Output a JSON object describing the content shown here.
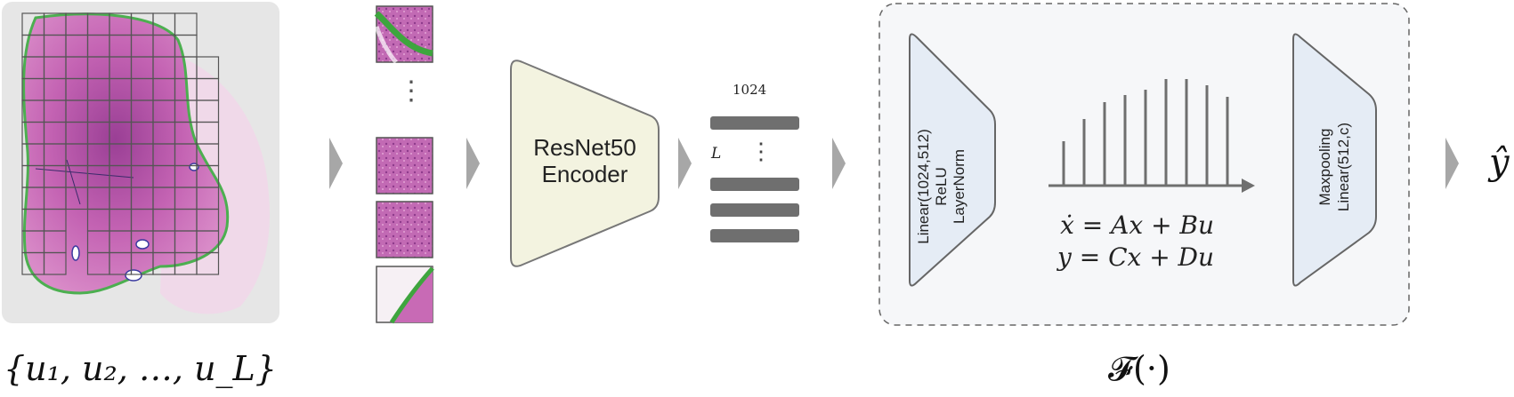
{
  "input_set_label": "{u₁, u₂, …, u_L}",
  "encoder": {
    "line1": "ResNet50",
    "line2": "Encoder"
  },
  "feature_dim": "1024",
  "seq_len_label": "L",
  "left_block": {
    "line1": "Linear(1024,512)",
    "line2": "ReLU",
    "line3": "LayerNorm"
  },
  "right_block": {
    "line1": "Maxpooling",
    "line2": "Linear(512,c)"
  },
  "state_eq": {
    "line1": "ẋ = Ax + Bu",
    "line2": "y = Cx + Du"
  },
  "model_label": "𝓕(·)",
  "output_label": "ŷ",
  "ellipsis": "⋮",
  "colors": {
    "tissue": "#c86ab5",
    "tissue_dark": "#a34b98",
    "annotation": "#4caf50",
    "grid": "#555555",
    "arrow": "#a7a7a7",
    "encoder_fill": "#f3f3e0",
    "block_fill": "#e5ecf5",
    "panel_fill": "#f6f7f9",
    "bar": "#6f6f6f"
  }
}
